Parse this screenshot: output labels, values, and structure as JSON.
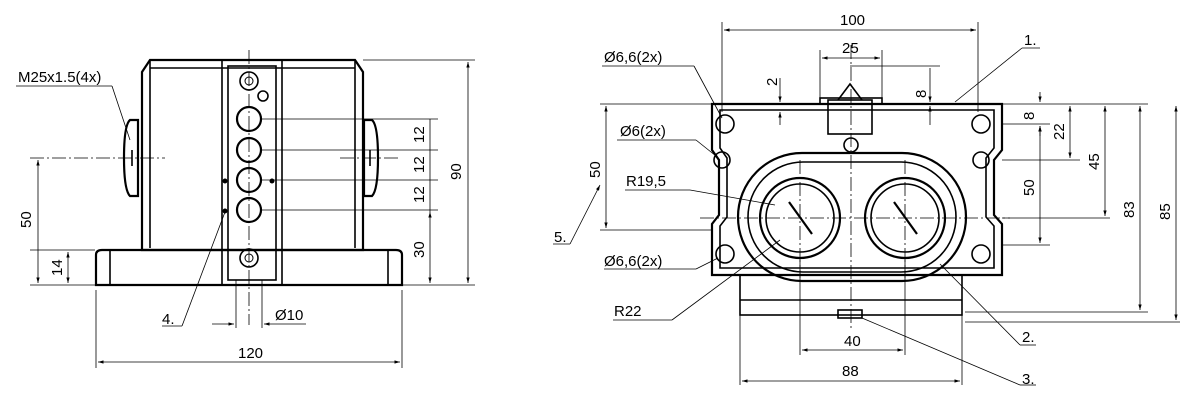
{
  "front_view": {
    "thread_label": "M25x1.5(4x)",
    "dim_50": "50",
    "dim_14": "14",
    "dim_12a": "12",
    "dim_12b": "12",
    "dim_12c": "12",
    "dim_30": "30",
    "dim_90": "90",
    "dim_diam10": "Ø10",
    "dim_120": "120",
    "callout_4": "4."
  },
  "top_view": {
    "dim_100": "100",
    "dim_25": "25",
    "dim_2": "2",
    "dim_8_top": "8",
    "hole_top_label": "Ø6,6(2x)",
    "hole_mid_label": "Ø6(2x)",
    "dim_50_left": "50",
    "radius_195": "R19,5",
    "callout_5": "5.",
    "hole_bottom_label": "Ø6,6(2x)",
    "radius_22": "R22",
    "callout_1": "1.",
    "dim_8_right": "8",
    "dim_22": "22",
    "dim_45": "45",
    "dim_50_right": "50",
    "dim_83": "83",
    "dim_85": "85",
    "dim_40": "40",
    "dim_88": "88",
    "callout_2": "2.",
    "callout_3": "3."
  }
}
